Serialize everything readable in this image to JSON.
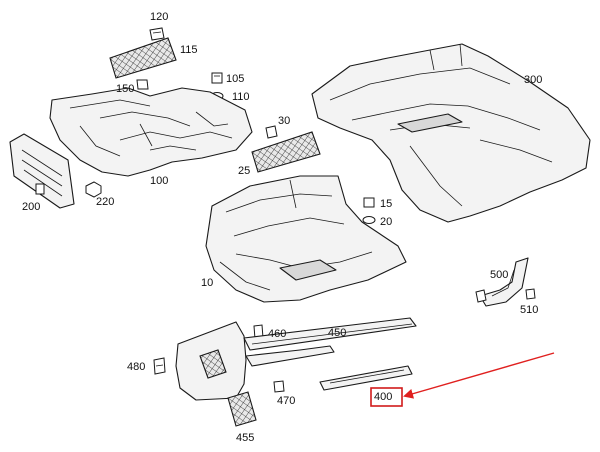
{
  "parts": {
    "p10": "10",
    "p15": "15",
    "p20": "20",
    "p25": "25",
    "p30": "30",
    "p100": "100",
    "p105": "105",
    "p110": "110",
    "p115": "115",
    "p120": "120",
    "p150": "150",
    "p200": "200",
    "p220": "220",
    "p300": "300",
    "p400": "400",
    "p450": "450",
    "p455": "455",
    "p460": "460",
    "p470": "470",
    "p480": "480",
    "p500": "500",
    "p510": "510"
  },
  "highlight": {
    "part": "400",
    "box_color": "#d11a1a",
    "arrow_color": "#e0201f"
  }
}
